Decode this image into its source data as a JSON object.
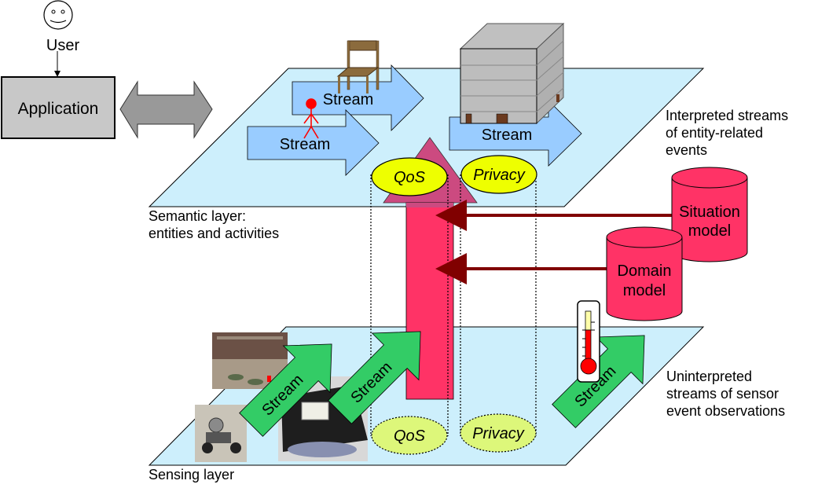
{
  "user": {
    "label": "User",
    "icon": "smiley-face-icon"
  },
  "application": {
    "label": "Application"
  },
  "semantic_layer": {
    "label": "Semantic layer:\nentities and activities",
    "streams": [
      "Stream",
      "Stream",
      "Stream"
    ],
    "qos_label": "QoS",
    "privacy_label": "Privacy",
    "description": "Interpreted streams\nof entity-related\nevents"
  },
  "sensing_layer": {
    "label": "Sensing layer",
    "streams": [
      "Stream",
      "Stream",
      "Stream"
    ],
    "qos_label": "QoS",
    "privacy_label": "Privacy",
    "description": "Uninterpreted\nstreams of sensor\nevent observations"
  },
  "models": {
    "situation": {
      "line1": "Situation",
      "line2": "model"
    },
    "domain": {
      "line1": "Domain",
      "line2": "model"
    }
  },
  "colors": {
    "plane": "#cdeffc",
    "semantic_stream": "#99ccff",
    "sensing_stream": "#33cc66",
    "main_arrow": "#ff3366",
    "main_arrow_head": "#cc4a80",
    "ellipse_active": "#eeff00",
    "ellipse_inactive": "#ddf77a",
    "model": "#ff3366",
    "model_link": "#800000",
    "app_box": "#c8c8c8",
    "double_arrow": "#999999"
  }
}
